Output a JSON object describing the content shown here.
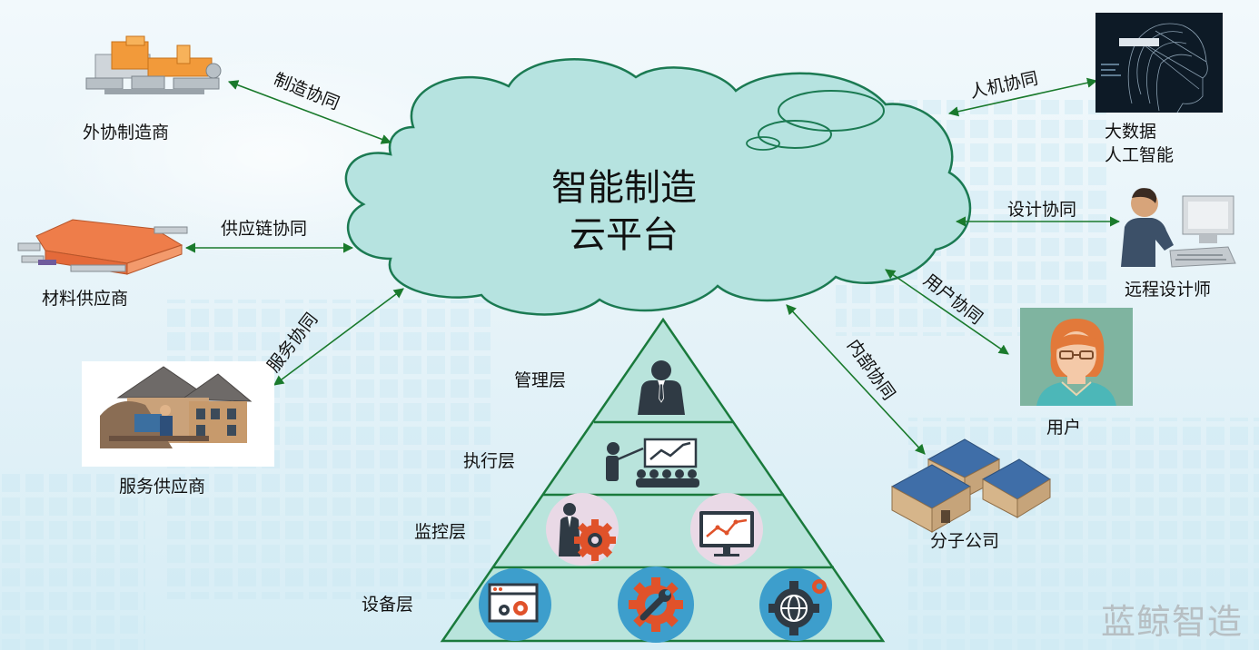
{
  "cloud": {
    "line1": "智能制造",
    "line2": "云平台",
    "fill": "#b6e3e0",
    "stroke": "#1b7a52"
  },
  "nodes": {
    "outsource": "外协制造商",
    "material": "材料供应商",
    "service": "服务供应商",
    "bigdata_line1": "大数据",
    "bigdata_line2": "人工智能",
    "designer": "远程设计师",
    "user": "用户",
    "branch": "分子公司"
  },
  "links": {
    "manufacturing": "制造协同",
    "supply_chain": "供应链协同",
    "service": "服务协同",
    "human_machine": "人机协同",
    "design": "设计协同",
    "user": "用户协同",
    "internal": "内部协同"
  },
  "pyramid": {
    "management": "管理层",
    "execution": "执行层",
    "monitoring": "监控层",
    "equipment": "设备层",
    "fill": "#b9e4dc",
    "stroke": "#1a7a3c"
  },
  "watermark": "蓝鲸智造",
  "icons": {
    "factory": "factory-icon",
    "warehouse": "warehouse-icon",
    "house-office": "house-office-icon",
    "ai-head": "ai-head-icon",
    "designer": "computer-designer-icon",
    "user-avatar": "user-avatar-icon",
    "branch-houses": "branch-houses-icon",
    "manager": "manager-icon",
    "presentation": "presentation-icon",
    "engineer-gear": "engineer-gear-icon",
    "monitor-chart": "monitor-chart-icon",
    "browser-gear": "browser-gear-icon",
    "wrench-gear": "wrench-gear-icon",
    "globe-gear": "globe-gear-icon"
  }
}
